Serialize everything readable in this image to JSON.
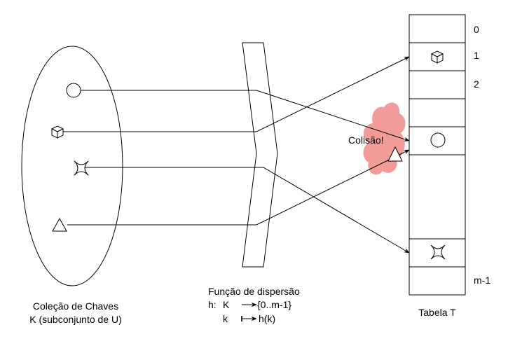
{
  "labels": {
    "collection_line1": "Coleção de Chaves",
    "collection_line2": "K (subconjunto de U)",
    "hash_title": "Função de dispersão",
    "hash_h": "h:",
    "hash_K": "K",
    "hash_range": "{0..m-1}",
    "hash_k": "k",
    "hash_hk": "h(k)",
    "table_caption": "Tabela T",
    "collision": "Colisão!"
  },
  "table_indices": [
    "0",
    "1",
    "2",
    "m-1"
  ],
  "colors": {
    "stroke": "#000000",
    "collision_cloud": "#f19c99"
  }
}
